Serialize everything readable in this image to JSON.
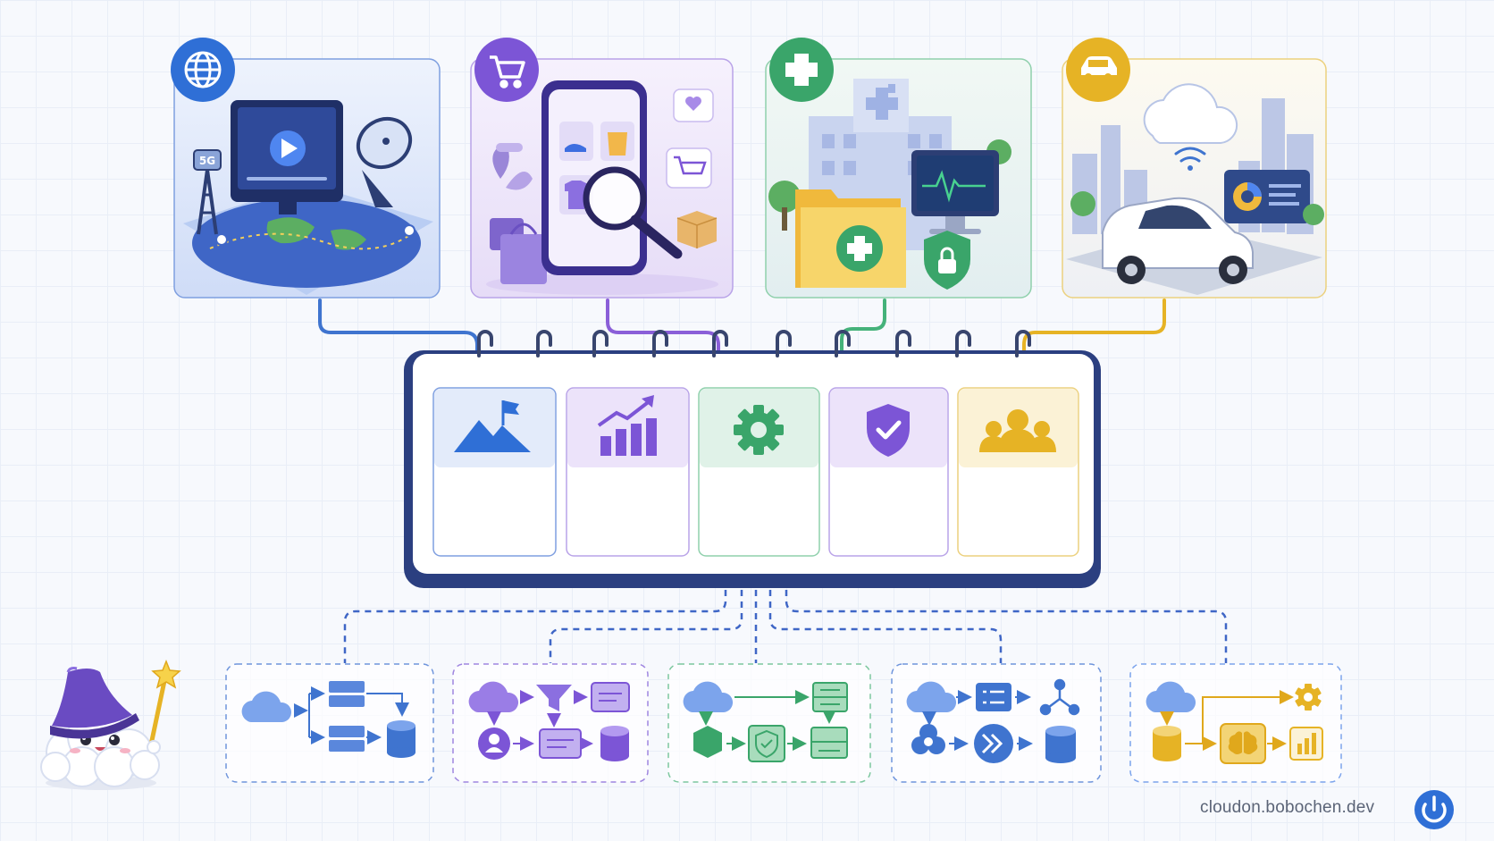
{
  "footer": {
    "site_url": "cloudon.bobochen.dev"
  },
  "colors": {
    "blue": "#2f6fd6",
    "purple": "#7c55d6",
    "green": "#3aa56a",
    "yellow": "#e6b325",
    "navy": "#2b3f80"
  },
  "top_cards": [
    {
      "theme": "blue",
      "badge_icon": "globe-icon",
      "scene": "media-streaming-scene"
    },
    {
      "theme": "purple",
      "badge_icon": "cart-icon",
      "scene": "ecommerce-scene"
    },
    {
      "theme": "green",
      "badge_icon": "medical-cross-icon",
      "scene": "healthcare-scene"
    },
    {
      "theme": "yellow",
      "badge_icon": "car-icon",
      "scene": "connected-car-scene"
    }
  ],
  "calendar_panels": [
    {
      "theme": "blue",
      "icon": "mountain-flag-icon"
    },
    {
      "theme": "purple",
      "icon": "growth-chart-icon"
    },
    {
      "theme": "green",
      "icon": "gear-icon"
    },
    {
      "theme": "purple",
      "icon": "shield-check-icon"
    },
    {
      "theme": "yellow",
      "icon": "team-icon"
    }
  ],
  "architecture_diagrams": [
    {
      "theme": "blue"
    },
    {
      "theme": "purple"
    },
    {
      "theme": "green"
    },
    {
      "theme": "blue"
    },
    {
      "theme": "yellow"
    }
  ]
}
